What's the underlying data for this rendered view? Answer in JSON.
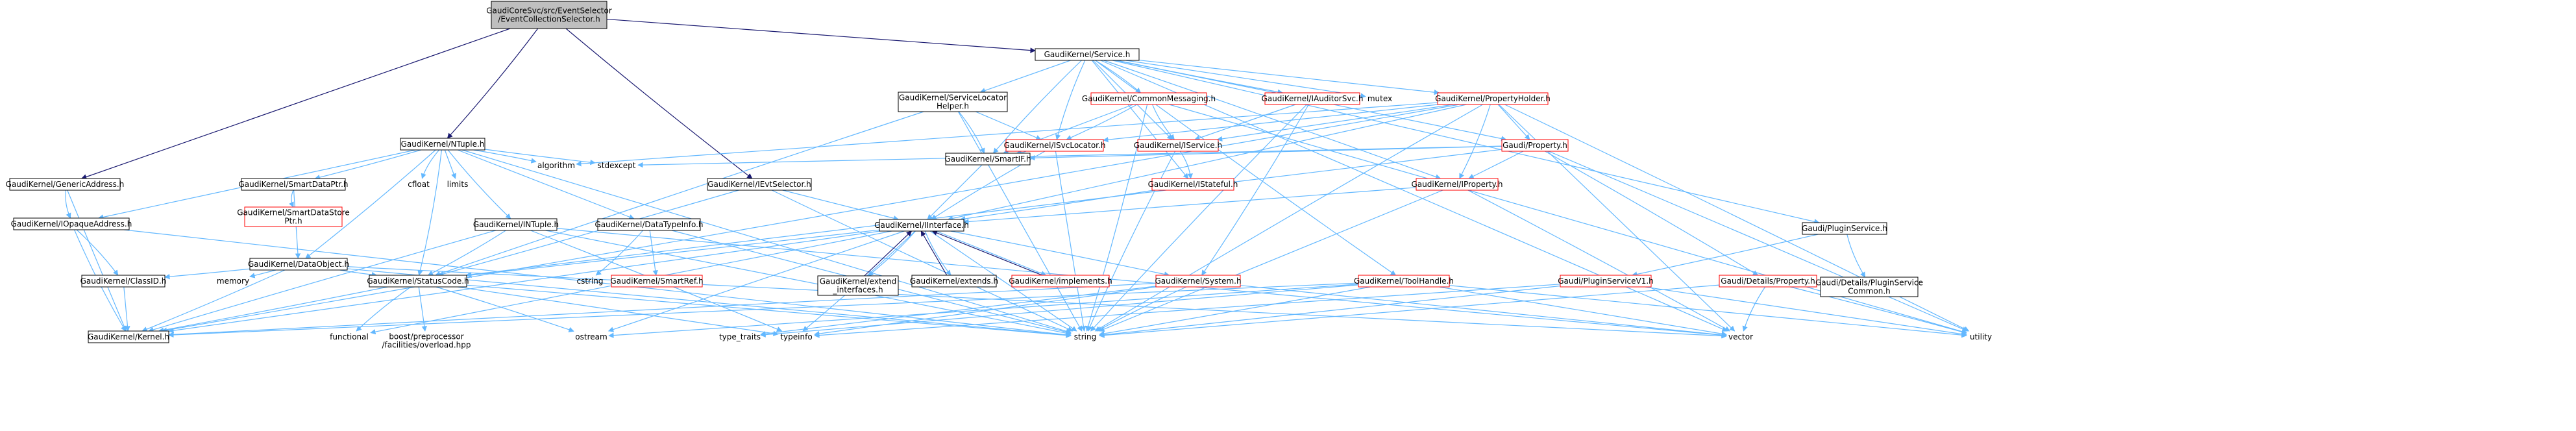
{
  "colors": {
    "root_fill": "#bfbfbf",
    "node_fill": "#ffffff",
    "node_border": "#000000",
    "truncated_border": "#ff0000",
    "edge": "#63b8ff",
    "edge_top": "#191970"
  },
  "nodes": [
    {
      "id": "root",
      "label": [
        "GaudiCoreSvc/src/EventSelector",
        "/EventCollectionSelector.h"
      ],
      "kind": "root"
    },
    {
      "id": "svc",
      "label": [
        "GaudiKernel/Service.h"
      ],
      "kind": "normal"
    },
    {
      "id": "genaddr",
      "label": [
        "GaudiKernel/GenericAddress.h"
      ],
      "kind": "normal"
    },
    {
      "id": "ntuple",
      "label": [
        "GaudiKernel/NTuple.h"
      ],
      "kind": "normal"
    },
    {
      "id": "ievtsel",
      "label": [
        "GaudiKernel/IEvtSelector.h"
      ],
      "kind": "normal"
    },
    {
      "id": "svcloch",
      "label": [
        "GaudiKernel/ServiceLocator",
        "Helper.h"
      ],
      "kind": "normal"
    },
    {
      "id": "commsg",
      "label": [
        "GaudiKernel/CommonMessaging.h"
      ],
      "kind": "truncated"
    },
    {
      "id": "iauditsvc",
      "label": [
        "GaudiKernel/IAuditorSvc.h"
      ],
      "kind": "truncated"
    },
    {
      "id": "mutex",
      "label": [
        "mutex"
      ],
      "kind": "plain"
    },
    {
      "id": "propholder",
      "label": [
        "GaudiKernel/PropertyHolder.h"
      ],
      "kind": "truncated"
    },
    {
      "id": "isvcloc",
      "label": [
        "GaudiKernel/ISvcLocator.h"
      ],
      "kind": "truncated"
    },
    {
      "id": "iservice",
      "label": [
        "GaudiKernel/IService.h"
      ],
      "kind": "truncated"
    },
    {
      "id": "property",
      "label": [
        "Gaudi/Property.h"
      ],
      "kind": "truncated"
    },
    {
      "id": "smartif",
      "label": [
        "GaudiKernel/SmartIF.h"
      ],
      "kind": "normal"
    },
    {
      "id": "istateful",
      "label": [
        "GaudiKernel/IStateful.h"
      ],
      "kind": "truncated"
    },
    {
      "id": "iproperty",
      "label": [
        "GaudiKernel/IProperty.h"
      ],
      "kind": "truncated"
    },
    {
      "id": "smartdataptr",
      "label": [
        "GaudiKernel/SmartDataPtr.h"
      ],
      "kind": "normal"
    },
    {
      "id": "smartdatastore",
      "label": [
        "GaudiKernel/SmartDataStore",
        "Ptr.h"
      ],
      "kind": "truncated"
    },
    {
      "id": "cfloat",
      "label": [
        "cfloat"
      ],
      "kind": "plain"
    },
    {
      "id": "limits",
      "label": [
        "limits"
      ],
      "kind": "plain"
    },
    {
      "id": "algorithm",
      "label": [
        "algorithm"
      ],
      "kind": "plain"
    },
    {
      "id": "stdexcept",
      "label": [
        "stdexcept"
      ],
      "kind": "plain"
    },
    {
      "id": "iopaque",
      "label": [
        "GaudiKernel/IOpaqueAddress.h"
      ],
      "kind": "normal"
    },
    {
      "id": "dataobject",
      "label": [
        "GaudiKernel/DataObject.h"
      ],
      "kind": "normal"
    },
    {
      "id": "intuple",
      "label": [
        "GaudiKernel/INTuple.h"
      ],
      "kind": "normal"
    },
    {
      "id": "datatypeinfo",
      "label": [
        "GaudiKernel/DataTypeInfo.h"
      ],
      "kind": "normal"
    },
    {
      "id": "iinterface",
      "label": [
        "GaudiKernel/IInterface.h"
      ],
      "kind": "normal"
    },
    {
      "id": "pluginsvc",
      "label": [
        "Gaudi/PluginService.h"
      ],
      "kind": "normal"
    },
    {
      "id": "classid",
      "label": [
        "GaudiKernel/ClassID.h"
      ],
      "kind": "normal"
    },
    {
      "id": "memory",
      "label": [
        "memory"
      ],
      "kind": "plain"
    },
    {
      "id": "statuscode",
      "label": [
        "GaudiKernel/StatusCode.h"
      ],
      "kind": "normal"
    },
    {
      "id": "cstring",
      "label": [
        "cstring"
      ],
      "kind": "plain"
    },
    {
      "id": "smartref",
      "label": [
        "GaudiKernel/SmartRef.h"
      ],
      "kind": "truncated"
    },
    {
      "id": "extendif",
      "label": [
        "GaudiKernel/extend",
        "_interfaces.h"
      ],
      "kind": "normal"
    },
    {
      "id": "extends",
      "label": [
        "GaudiKernel/extends.h"
      ],
      "kind": "normal"
    },
    {
      "id": "implements",
      "label": [
        "GaudiKernel/implements.h"
      ],
      "kind": "truncated"
    },
    {
      "id": "system",
      "label": [
        "GaudiKernel/System.h"
      ],
      "kind": "truncated"
    },
    {
      "id": "toolhandle",
      "label": [
        "GaudiKernel/ToolHandle.h"
      ],
      "kind": "truncated"
    },
    {
      "id": "pluginv1",
      "label": [
        "Gaudi/PluginServiceV1.h"
      ],
      "kind": "truncated"
    },
    {
      "id": "detprop",
      "label": [
        "Gaudi/Details/Property.h"
      ],
      "kind": "truncated"
    },
    {
      "id": "detplugin",
      "label": [
        "Gaudi/Details/PluginService",
        "Common.h"
      ],
      "kind": "normal"
    },
    {
      "id": "kernel",
      "label": [
        "GaudiKernel/Kernel.h"
      ],
      "kind": "normal"
    },
    {
      "id": "functional",
      "label": [
        "functional"
      ],
      "kind": "plain"
    },
    {
      "id": "boostpp",
      "label": [
        "boost/preprocessor",
        "/facilities/overload.hpp"
      ],
      "kind": "plain"
    },
    {
      "id": "ostream",
      "label": [
        "ostream"
      ],
      "kind": "plain"
    },
    {
      "id": "typetraits",
      "label": [
        "type_traits"
      ],
      "kind": "plain"
    },
    {
      "id": "typeinfo",
      "label": [
        "typeinfo"
      ],
      "kind": "plain"
    },
    {
      "id": "string",
      "label": [
        "string"
      ],
      "kind": "plain"
    },
    {
      "id": "vector",
      "label": [
        "vector"
      ],
      "kind": "plain"
    },
    {
      "id": "utility",
      "label": [
        "utility"
      ],
      "kind": "plain"
    }
  ],
  "edges": [
    [
      "root",
      "svc"
    ],
    [
      "root",
      "genaddr"
    ],
    [
      "root",
      "ntuple"
    ],
    [
      "root",
      "ievtsel"
    ],
    [
      "svc",
      "svcloch"
    ],
    [
      "svc",
      "commsg"
    ],
    [
      "svc",
      "iauditsvc"
    ],
    [
      "svc",
      "mutex"
    ],
    [
      "svc",
      "propholder"
    ],
    [
      "svc",
      "isvcloc"
    ],
    [
      "svc",
      "iservice"
    ],
    [
      "svc",
      "property"
    ],
    [
      "svc",
      "smartif"
    ],
    [
      "svc",
      "istateful"
    ],
    [
      "svc",
      "iproperty"
    ],
    [
      "svc",
      "toolhandle"
    ],
    [
      "svc",
      "pluginsvc"
    ],
    [
      "svc",
      "vector"
    ],
    [
      "genaddr",
      "iopaque"
    ],
    [
      "genaddr",
      "kernel"
    ],
    [
      "ntuple",
      "smartdataptr"
    ],
    [
      "ntuple",
      "cfloat"
    ],
    [
      "ntuple",
      "limits"
    ],
    [
      "ntuple",
      "algorithm"
    ],
    [
      "ntuple",
      "stdexcept"
    ],
    [
      "ntuple",
      "iopaque"
    ],
    [
      "ntuple",
      "dataobject"
    ],
    [
      "ntuple",
      "intuple"
    ],
    [
      "ntuple",
      "datatypeinfo"
    ],
    [
      "ntuple",
      "statuscode"
    ],
    [
      "ntuple",
      "string"
    ],
    [
      "ievtsel",
      "iinterface"
    ],
    [
      "ievtsel",
      "statuscode"
    ],
    [
      "ievtsel",
      "string"
    ],
    [
      "svcloch",
      "isvcloc"
    ],
    [
      "svcloch",
      "smartif"
    ],
    [
      "svcloch",
      "statuscode"
    ],
    [
      "svcloch",
      "string"
    ],
    [
      "commsg",
      "isvcloc"
    ],
    [
      "commsg",
      "iservice"
    ],
    [
      "commsg",
      "smartif"
    ],
    [
      "commsg",
      "string"
    ],
    [
      "commsg",
      "utility"
    ],
    [
      "iauditsvc",
      "iservice"
    ],
    [
      "iauditsvc",
      "system"
    ],
    [
      "iauditsvc",
      "string"
    ],
    [
      "propholder",
      "property"
    ],
    [
      "propholder",
      "iproperty"
    ],
    [
      "propholder",
      "isvcloc"
    ],
    [
      "propholder",
      "iservice"
    ],
    [
      "propholder",
      "kernel"
    ],
    [
      "propholder",
      "string"
    ],
    [
      "propholder",
      "vector"
    ],
    [
      "propholder",
      "utility"
    ],
    [
      "propholder",
      "iinterface"
    ],
    [
      "propholder",
      "algorithm"
    ],
    [
      "isvcloc",
      "smartif"
    ],
    [
      "isvcloc",
      "iinterface"
    ],
    [
      "isvcloc",
      "string"
    ],
    [
      "iservice",
      "istateful"
    ],
    [
      "iservice",
      "string"
    ],
    [
      "property",
      "iproperty"
    ],
    [
      "property",
      "detprop"
    ],
    [
      "property",
      "smartif"
    ],
    [
      "property",
      "stdexcept"
    ],
    [
      "property",
      "utility"
    ],
    [
      "property",
      "statuscode"
    ],
    [
      "smartif",
      "iinterface"
    ],
    [
      "istateful",
      "iinterface"
    ],
    [
      "iproperty",
      "iinterface"
    ],
    [
      "iproperty",
      "string"
    ],
    [
      "iproperty",
      "vector"
    ],
    [
      "smartdataptr",
      "smartdatastore"
    ],
    [
      "smartdataptr",
      "dataobject"
    ],
    [
      "iopaque",
      "classid"
    ],
    [
      "iopaque",
      "kernel"
    ],
    [
      "iopaque",
      "string"
    ],
    [
      "dataobject",
      "classid"
    ],
    [
      "dataobject",
      "statuscode"
    ],
    [
      "dataobject",
      "memory"
    ],
    [
      "dataobject",
      "kernel"
    ],
    [
      "dataobject",
      "string"
    ],
    [
      "dataobject",
      "vector"
    ],
    [
      "intuple",
      "statuscode"
    ],
    [
      "intuple",
      "kernel"
    ],
    [
      "intuple",
      "string"
    ],
    [
      "intuple",
      "typeinfo"
    ],
    [
      "intuple",
      "vector"
    ],
    [
      "datatypeinfo",
      "smartref"
    ],
    [
      "datatypeinfo",
      "cstring"
    ],
    [
      "datatypeinfo",
      "string"
    ],
    [
      "iinterface",
      "statuscode"
    ],
    [
      "iinterface",
      "extendif"
    ],
    [
      "iinterface",
      "extends"
    ],
    [
      "iinterface",
      "implements"
    ],
    [
      "iinterface",
      "system"
    ],
    [
      "iinterface",
      "kernel"
    ],
    [
      "iinterface",
      "ostream"
    ],
    [
      "iinterface",
      "typeinfo"
    ],
    [
      "iinterface",
      "functional"
    ],
    [
      "iinterface",
      "string"
    ],
    [
      "pluginsvc",
      "pluginv1"
    ],
    [
      "pluginsvc",
      "detplugin"
    ],
    [
      "classid",
      "kernel"
    ],
    [
      "statuscode",
      "kernel"
    ],
    [
      "statuscode",
      "functional"
    ],
    [
      "statuscode",
      "boostpp"
    ],
    [
      "statuscode",
      "ostream"
    ],
    [
      "statuscode",
      "typeinfo"
    ],
    [
      "statuscode",
      "string"
    ],
    [
      "extendif",
      "iinterface"
    ],
    [
      "extends",
      "iinterface"
    ],
    [
      "implements",
      "iinterface"
    ],
    [
      "system",
      "kernel"
    ],
    [
      "system",
      "string"
    ],
    [
      "system",
      "typeinfo"
    ],
    [
      "system",
      "vector"
    ],
    [
      "system",
      "typetraits"
    ],
    [
      "toolhandle",
      "kernel"
    ],
    [
      "toolhandle",
      "string"
    ],
    [
      "toolhandle",
      "vector"
    ],
    [
      "toolhandle",
      "utility"
    ],
    [
      "toolhandle",
      "ostream"
    ],
    [
      "toolhandle",
      "typetraits"
    ],
    [
      "pluginv1",
      "string"
    ],
    [
      "pluginv1",
      "utility"
    ],
    [
      "pluginv1",
      "typeinfo"
    ],
    [
      "detprop",
      "string"
    ],
    [
      "detprop",
      "utility"
    ],
    [
      "detprop",
      "vector"
    ]
  ]
}
